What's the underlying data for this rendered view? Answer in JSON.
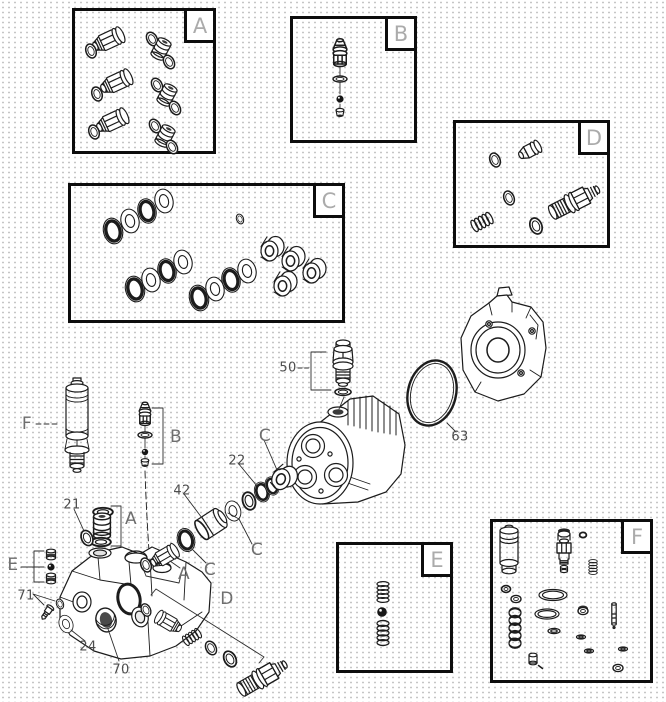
{
  "colors": {
    "line": "#1c1c1c",
    "border": "#0d0d0d",
    "background": "#ffffff",
    "dot_pattern": "#c6c6c6",
    "box_letter": "#ababab",
    "callout_number": "#4d4d4d",
    "callout_letter": "#6e6e6e"
  },
  "detail_boxes": [
    {
      "label": "A"
    },
    {
      "label": "B"
    },
    {
      "label": "C"
    },
    {
      "label": "D"
    },
    {
      "label": "E"
    },
    {
      "label": "F"
    }
  ],
  "callouts": [
    {
      "label": "50"
    },
    {
      "label": "63"
    },
    {
      "label": "F"
    },
    {
      "label": "B"
    },
    {
      "label": "21"
    },
    {
      "label": "A"
    },
    {
      "label": "E"
    },
    {
      "label": "71"
    },
    {
      "label": "24"
    },
    {
      "label": "70"
    },
    {
      "label": "42"
    },
    {
      "label": "22"
    },
    {
      "label": "C"
    },
    {
      "label": "C"
    },
    {
      "label": "A"
    },
    {
      "label": "C"
    },
    {
      "label": "D"
    }
  ]
}
